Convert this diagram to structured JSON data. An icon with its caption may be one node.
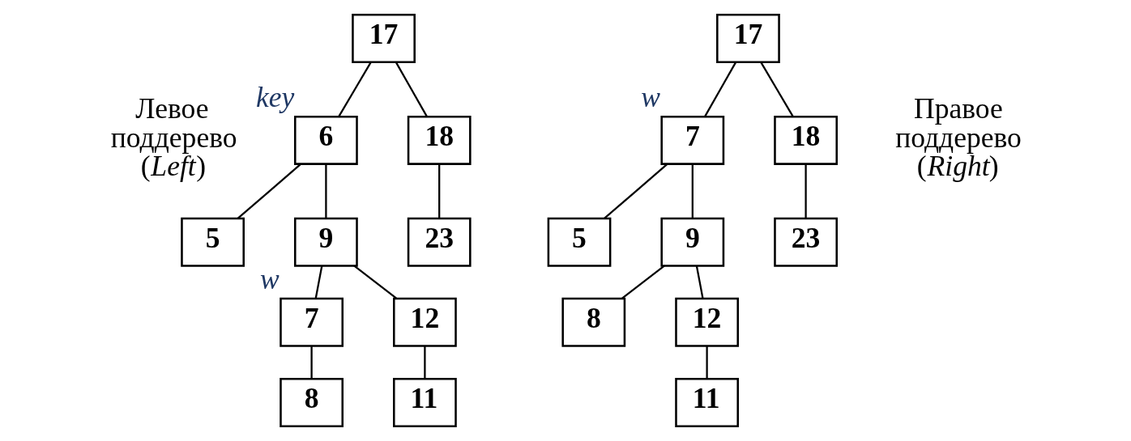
{
  "diagram": {
    "nodes": [
      {
        "text": [
          "17"
        ]
      },
      {
        "text": [
          "6"
        ],
        "beside": [
          "key"
        ]
      },
      {
        "text": [
          "18"
        ]
      },
      {
        "text": [
          "5"
        ]
      },
      {
        "text": [
          "9"
        ]
      },
      {
        "text": [
          "23"
        ]
      },
      {
        "text": [
          "7"
        ],
        "beside": [
          "w"
        ]
      },
      {
        "text": [
          "12"
        ]
      },
      {
        "text": [
          "8"
        ]
      },
      {
        "text": [
          "11"
        ]
      },
      {
        "text": [
          "17"
        ]
      },
      {
        "text": [
          "7"
        ],
        "beside": [
          "w"
        ]
      },
      {
        "text": [
          "18"
        ]
      },
      {
        "text": [
          "5"
        ]
      },
      {
        "text": [
          "9"
        ]
      },
      {
        "text": [
          "23"
        ]
      },
      {
        "text": [
          "8"
        ]
      },
      {
        "text": [
          "12"
        ]
      },
      {
        "text": [
          "11"
        ]
      }
    ],
    "edges": [
      {
        "from": 0,
        "to": 1,
        "arrow": "none"
      },
      {
        "from": 0,
        "to": 2,
        "arrow": "none"
      },
      {
        "from": 1,
        "to": 3,
        "arrow": "none"
      },
      {
        "from": 1,
        "to": 4,
        "arrow": "none"
      },
      {
        "from": 2,
        "to": 5,
        "arrow": "none"
      },
      {
        "from": 4,
        "to": 6,
        "arrow": "none"
      },
      {
        "from": 4,
        "to": 7,
        "arrow": "none"
      },
      {
        "from": 6,
        "to": 8,
        "arrow": "none"
      },
      {
        "from": 7,
        "to": 9,
        "arrow": "none"
      },
      {
        "from": 10,
        "to": 11,
        "arrow": "none"
      },
      {
        "from": 10,
        "to": 12,
        "arrow": "none"
      },
      {
        "from": 11,
        "to": 13,
        "arrow": "none"
      },
      {
        "from": 11,
        "to": 14,
        "arrow": "none"
      },
      {
        "from": 12,
        "to": 15,
        "arrow": "none"
      },
      {
        "from": 14,
        "to": 16,
        "arrow": "none"
      },
      {
        "from": 14,
        "to": 17,
        "arrow": "none"
      },
      {
        "from": 17,
        "to": 18,
        "arrow": "none"
      }
    ],
    "labels": [
      "Левое поддерево (*Left*)",
      "Правое поддерево (*Right*)"
    ]
  }
}
